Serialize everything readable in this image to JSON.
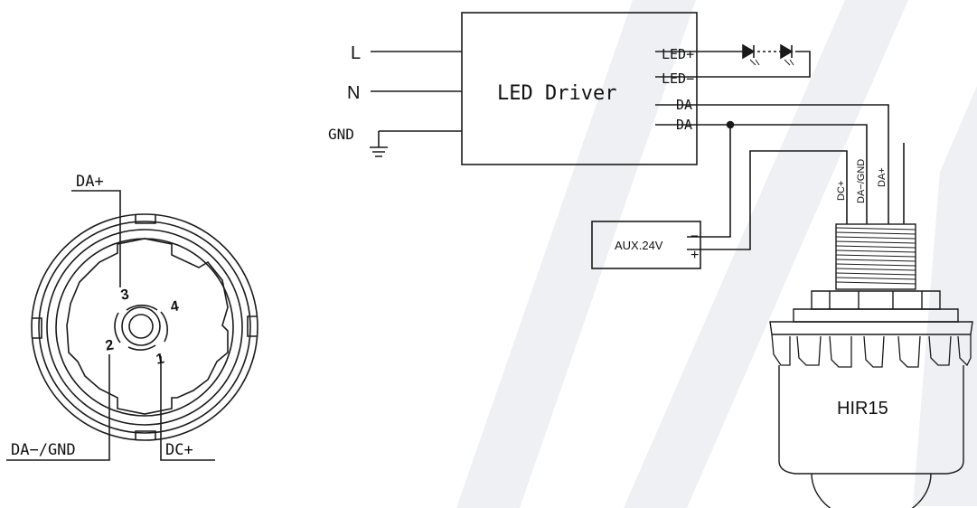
{
  "connector": {
    "pin_numbers": [
      "1",
      "2",
      "3",
      "4"
    ],
    "labels": {
      "da_plus": "DA+",
      "da_minus_gnd": "DA−/GND",
      "dc_plus": "DC+"
    }
  },
  "mains": {
    "l": "L",
    "n": "N",
    "gnd": "GND"
  },
  "driver": {
    "title": "LED Driver",
    "terminals": {
      "led_plus": "LED+",
      "led_minus": "LED−",
      "da1": "DA",
      "da2": "DA"
    }
  },
  "aux": {
    "label": "AUX.24V",
    "minus": "−",
    "plus": "+"
  },
  "sensor": {
    "model": "HIR15",
    "wires": [
      "DC+",
      "DA−/GND",
      "DA+"
    ]
  },
  "colors": {
    "line": "#1a1a1a",
    "watermark": "#eef0f3",
    "background": "#ffffff"
  }
}
